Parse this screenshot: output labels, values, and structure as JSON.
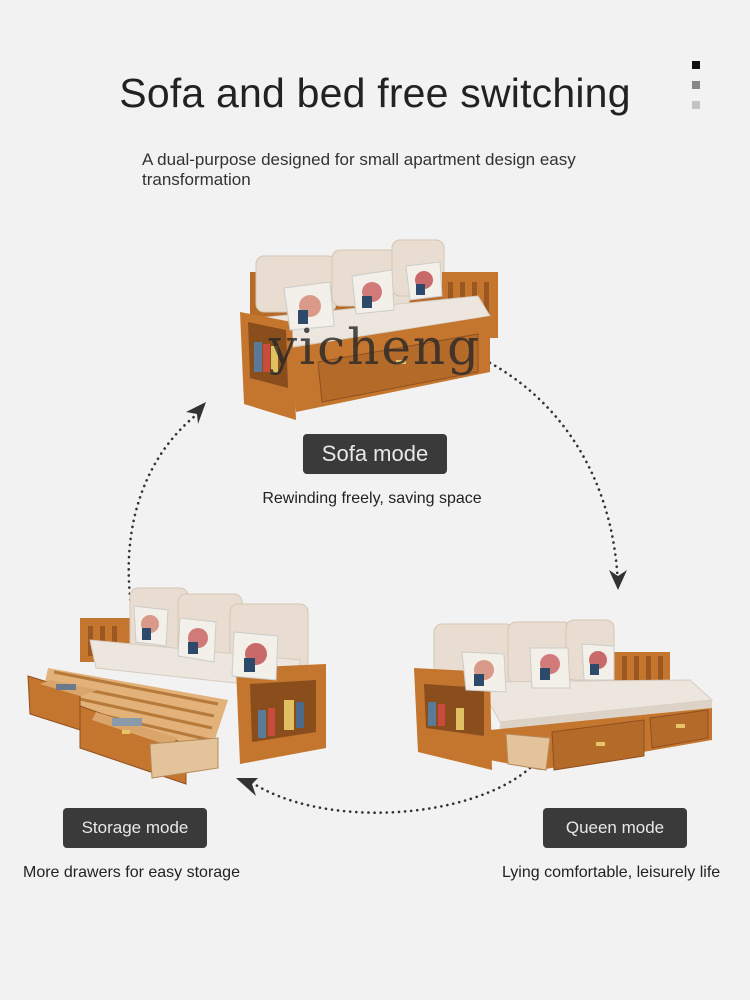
{
  "heading": {
    "title": "Sofa and bed free switching",
    "subtitle": "A dual-purpose designed for small apartment design easy transformation"
  },
  "watermark": "yicheng",
  "pagination": {
    "count": 3,
    "active": 0,
    "colors": [
      "#111111",
      "#888888",
      "#c4c4c4"
    ]
  },
  "modes": {
    "sofa": {
      "label": "Sofa mode",
      "caption": "Rewinding freely, saving space"
    },
    "storage": {
      "label": "Storage mode",
      "caption": "More drawers for easy storage"
    },
    "queen": {
      "label": "Queen mode",
      "caption": "Lying comfortable, leisurely life"
    }
  },
  "colors": {
    "wood": "#c4762e",
    "wood_dark": "#9a5720",
    "cushion": "#e8ddd0",
    "seat": "#ece6de",
    "pill_bg": "#3a3a3a",
    "background": "#f2f2f2"
  }
}
